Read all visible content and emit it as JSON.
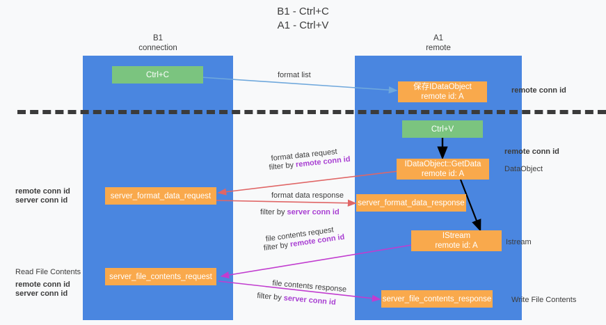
{
  "title": {
    "line1": "B1 - Ctrl+C",
    "line2": "A1 - Ctrl+V"
  },
  "columns": [
    {
      "name": "B1",
      "role": "connection"
    },
    {
      "name": "A1",
      "role": "remote"
    }
  ],
  "colors": {
    "panel": "#4a86e0",
    "orange": "#f9a94c",
    "green": "#7bc47f",
    "purple": "#a83fd2",
    "green_text": "#6aa84f",
    "red_arrow": "#e06666",
    "blue_arrow": "#6fa8dc",
    "magenta_arrow": "#c13ccf",
    "black_arrow": "#000000",
    "background": "#f8f9fa",
    "text": "#3c3c3c"
  },
  "boxes": {
    "ctrl_c": {
      "label": "Ctrl+C",
      "kind": "green"
    },
    "save_idataobject": {
      "line1": "保存IDataObject",
      "line2": "remote id: A",
      "kind": "orange"
    },
    "ctrl_v": {
      "label": "Ctrl+V",
      "kind": "green"
    },
    "getdata": {
      "line1": "IDataObject::GetData",
      "line2": "remote id: A",
      "kind": "orange"
    },
    "server_format_data_request": {
      "label": "server_format_data_request",
      "kind": "orange"
    },
    "server_format_data_response": {
      "label": "server_format_data_response",
      "kind": "orange"
    },
    "istream": {
      "line1": "IStream",
      "line2": "remote id: A",
      "kind": "orange"
    },
    "server_file_contents_request": {
      "label": "server_file_contents_request",
      "kind": "orange"
    },
    "server_file_contents_response": {
      "label": "server_file_contents_response",
      "kind": "orange"
    }
  },
  "annotations": {
    "format_list": "format list",
    "format_data_request": "format data request",
    "filter_by_remote_1_prefix": "filter by ",
    "filter_by_remote_1_key": "remote conn id",
    "format_data_response": "format data response",
    "filter_by_server_1_prefix": "filter by ",
    "filter_by_server_1_key": "server conn id",
    "file_contents_request": "file contents request",
    "filter_by_remote_2_prefix": "filter by ",
    "filter_by_remote_2_key": "remote conn id",
    "file_contents_response": "file contents response",
    "filter_by_server_2_prefix": "filter by ",
    "filter_by_server_2_key": "server conn id"
  },
  "side_labels": {
    "right_remote_conn_top": "remote conn id",
    "right_remote_conn_mid": "remote conn id",
    "right_dataobject": "DataObject",
    "right_istream": "Istream",
    "right_write_file_contents": "Write File Contents",
    "left_remote_conn": "remote conn id",
    "left_server_conn": "server conn id",
    "left_read_file_contents": "Read File Contents",
    "left_remote_conn_2": "remote conn id",
    "left_server_conn_2": "server conn id"
  }
}
